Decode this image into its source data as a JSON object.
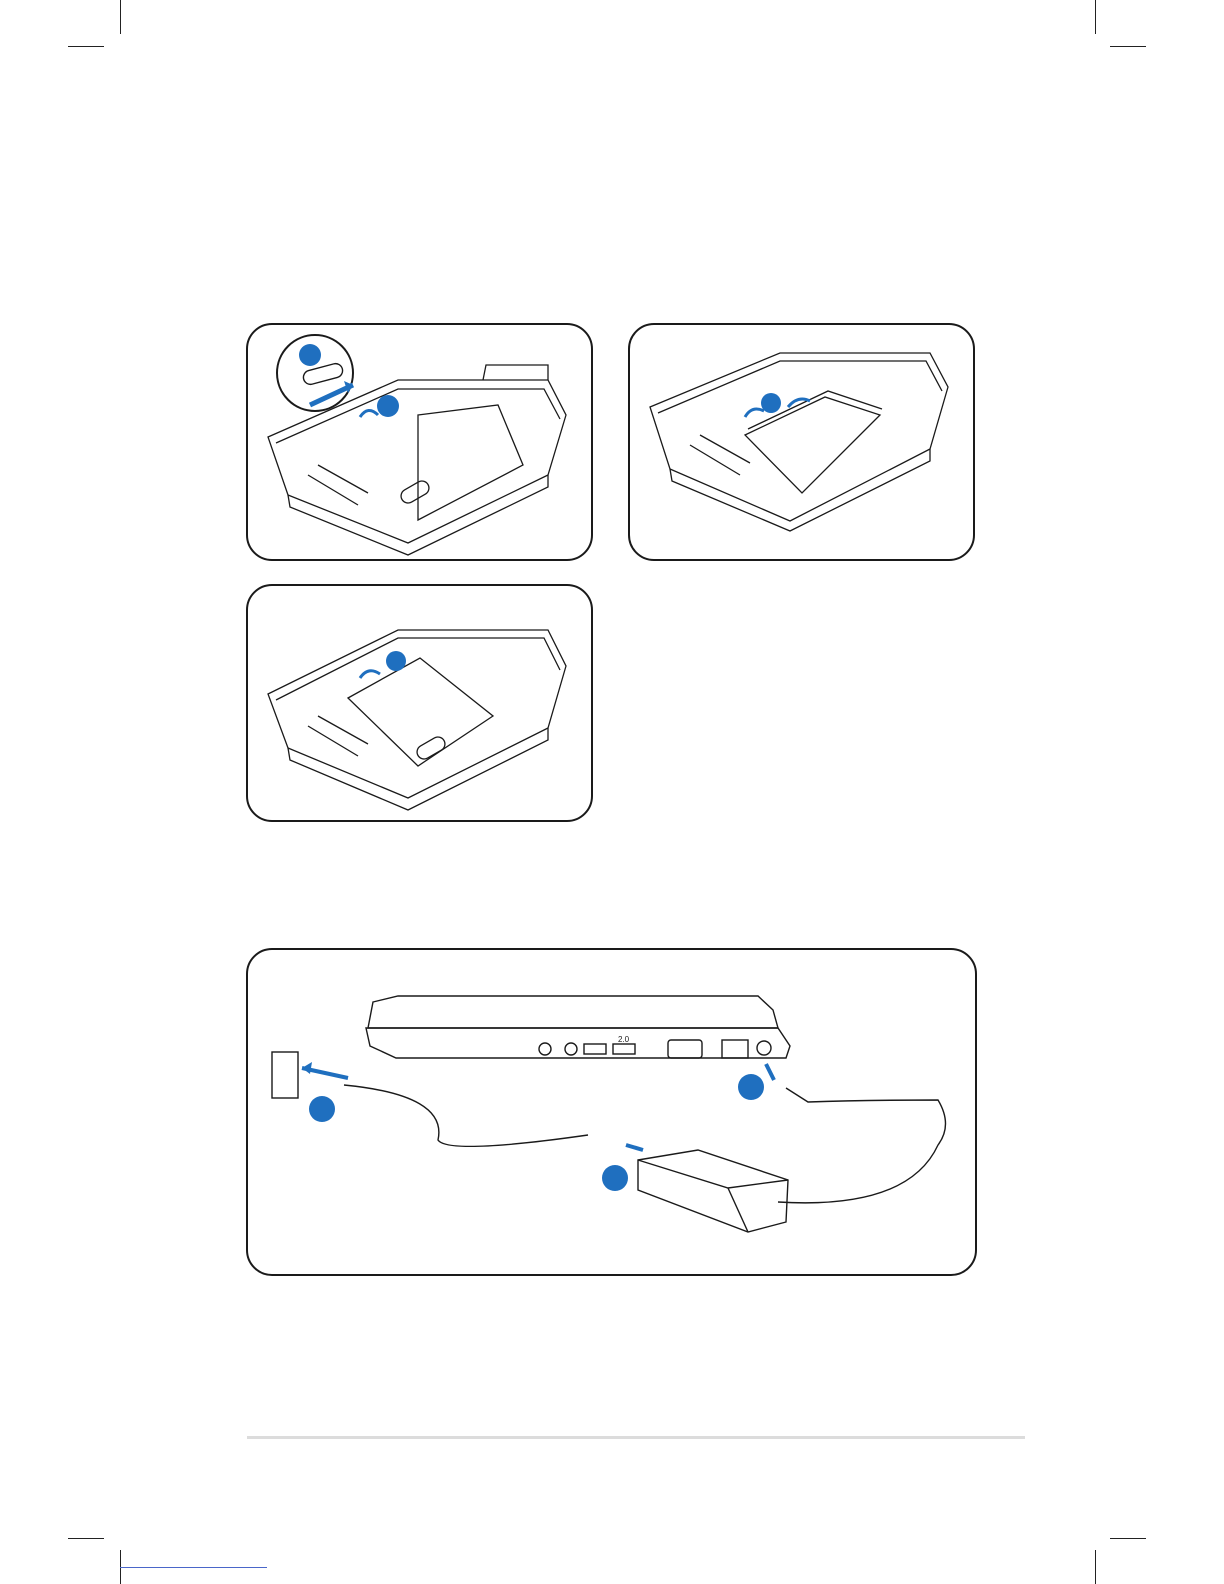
{
  "colors": {
    "accent": "#1f6fbf",
    "line": "#1a1a1a",
    "light_line": "#8c8c8c"
  },
  "figures": [
    {
      "id": "remove-battery-step-1-2",
      "callouts": [
        "",
        ""
      ]
    },
    {
      "id": "remove-battery-step-3",
      "callouts": [
        ""
      ]
    },
    {
      "id": "install-battery",
      "callouts": [
        ""
      ]
    },
    {
      "id": "connect-ac-adapter",
      "callouts": [
        "",
        "",
        ""
      ]
    }
  ],
  "laptop_port_labels": {
    "usb": "2.0"
  }
}
